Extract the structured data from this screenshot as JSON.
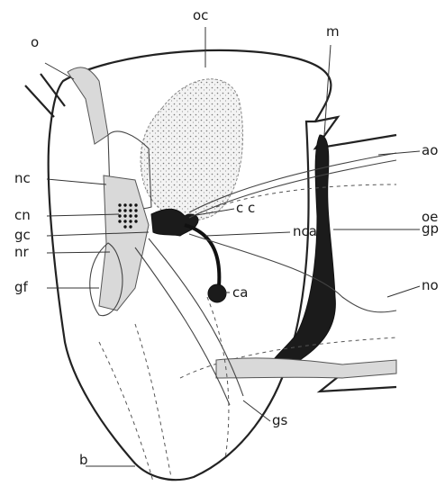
{
  "labels": {
    "o": "o",
    "oc": "oc",
    "m": "m",
    "ao": "ao",
    "nc": "nc",
    "cn": "cn",
    "cc": "c c",
    "gc": "gc",
    "nca": "nca",
    "nr": "nr",
    "oe": "oe",
    "gp": "gp",
    "ca": "ca",
    "gf": "gf",
    "no": "no",
    "gs": "gs",
    "b": "b"
  }
}
